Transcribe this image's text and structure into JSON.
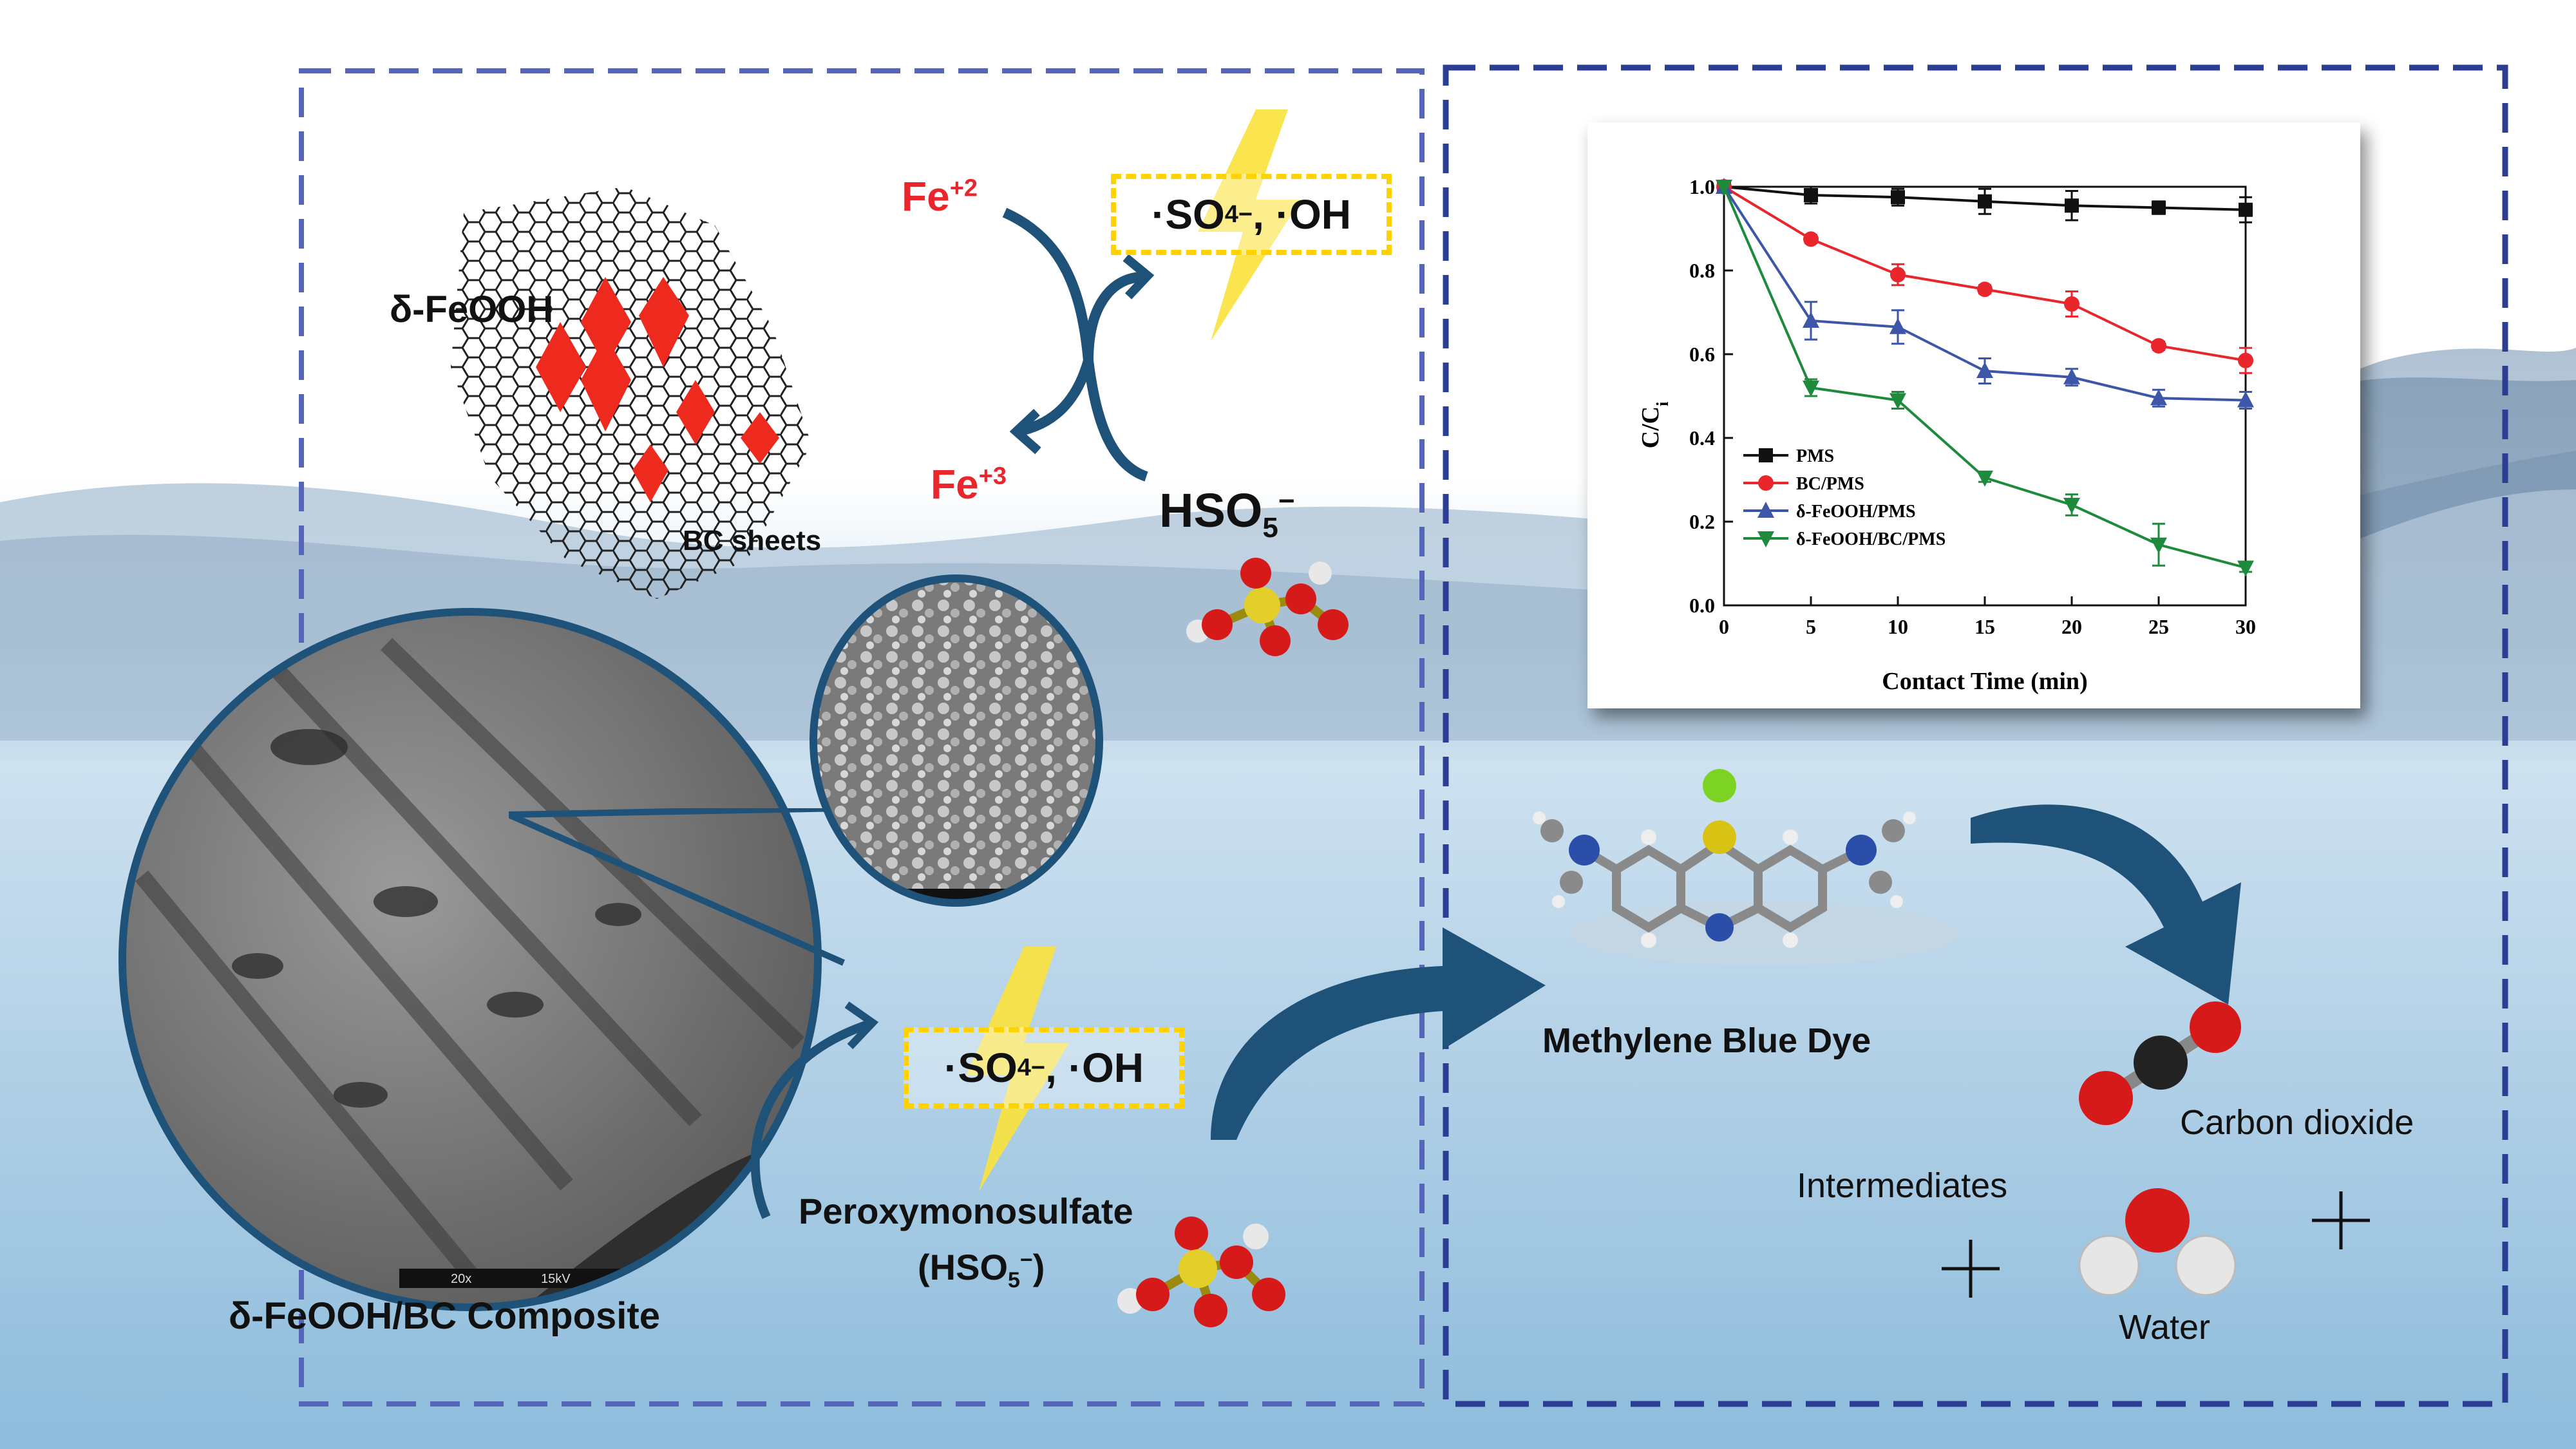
{
  "labels": {
    "feooh": "δ-FeOOH",
    "bc_sheets": "BC sheets",
    "fe2": "Fe",
    "fe2_sup": "+2",
    "fe3": "Fe",
    "fe3_sup": "+3",
    "hso5_top": "HSO",
    "hso5_top_sub": "5",
    "hso5_top_sup": "−",
    "radicals_top": "·SO",
    "radicals_top_sub": "4",
    "radicals_top_sup": "−",
    "radicals_top_tail": ", ·OH",
    "radicals_bottom": "·SO",
    "radicals_bottom_sub": "4",
    "radicals_bottom_sup": "−",
    "radicals_bottom_tail": ", ·OH",
    "peroxy_name": "Peroxymonosulfate",
    "peroxy_formula_open": "(HSO",
    "peroxy_formula_sub": "5",
    "peroxy_formula_sup": "−",
    "peroxy_formula_close": ")",
    "composite": "δ-FeOOH/BC Composite",
    "mb_dye": "Methylene Blue Dye",
    "co2": "Carbon dioxide",
    "intermediates": "Intermediates",
    "water": "Water",
    "sem_scale_1": "20x",
    "sem_scale_2": "15kV"
  },
  "colors": {
    "red_label": "#e8262c",
    "radical_box": "#ffd200",
    "arrow_blue": "#1e5278",
    "frame_left": "#5566b8",
    "frame_right": "#2c3e94"
  },
  "chart_data": {
    "type": "line",
    "xlabel": "Contact Time (min)",
    "ylabel": "C/C",
    "ylabel_sub": "i",
    "xlim": [
      0,
      30
    ],
    "ylim": [
      0.0,
      1.0
    ],
    "xticks": [
      "0",
      "5",
      "10",
      "15",
      "20",
      "25",
      "30"
    ],
    "yticks": [
      "0.0",
      "0.2",
      "0.4",
      "0.6",
      "0.8",
      "1.0"
    ],
    "x": [
      0,
      5,
      10,
      15,
      20,
      25,
      30
    ],
    "legend_position": "bottom-left",
    "series": [
      {
        "name": "PMS",
        "color": "#111111",
        "marker": "square",
        "values": [
          1.0,
          0.98,
          0.975,
          0.965,
          0.955,
          0.95,
          0.945
        ],
        "errors": [
          0,
          0.02,
          0.02,
          0.03,
          0.035,
          0.015,
          0.03
        ]
      },
      {
        "name": "BC/PMS",
        "color": "#e8262c",
        "marker": "circle",
        "values": [
          1.0,
          0.875,
          0.79,
          0.755,
          0.72,
          0.62,
          0.585
        ],
        "errors": [
          0,
          0.01,
          0.025,
          0.01,
          0.03,
          0.01,
          0.03
        ]
      },
      {
        "name": "δ-FeOOH/PMS",
        "color": "#3d56a8",
        "marker": "triangle-up",
        "values": [
          1.0,
          0.68,
          0.665,
          0.56,
          0.545,
          0.495,
          0.49
        ],
        "errors": [
          0,
          0.045,
          0.04,
          0.03,
          0.02,
          0.02,
          0.02
        ]
      },
      {
        "name": "δ-FeOOH/BC/PMS",
        "color": "#1e8a3c",
        "marker": "triangle-down",
        "values": [
          1.0,
          0.52,
          0.49,
          0.305,
          0.24,
          0.145,
          0.09
        ],
        "errors": [
          0,
          0.02,
          0.02,
          0.01,
          0.025,
          0.05,
          0.01
        ]
      }
    ]
  }
}
